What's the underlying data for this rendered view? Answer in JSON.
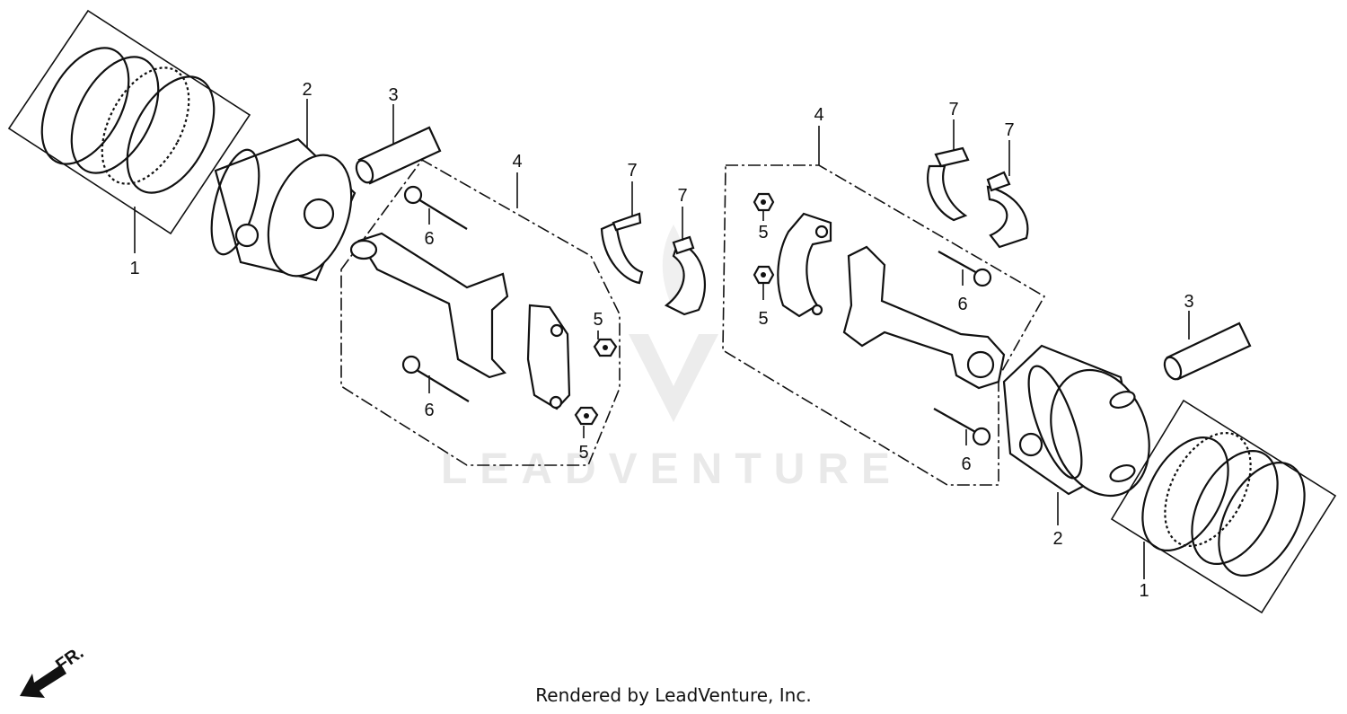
{
  "footer_text": "Rendered by LeadVenture, Inc.",
  "watermark_text": "LEADVENTURE",
  "direction_label": "FR.",
  "callouts": {
    "c1a": "1",
    "c2a": "2",
    "c3a": "3",
    "c4a": "4",
    "c6a": "6",
    "c6b": "6",
    "c5a": "5",
    "c5b": "5",
    "c7a": "7",
    "c7b": "7",
    "c4b": "4",
    "c7c": "7",
    "c7d": "7",
    "c5c": "5",
    "c5d": "5",
    "c6c": "6",
    "c6d": "6",
    "c3b": "3",
    "c2b": "2",
    "c1b": "1"
  }
}
